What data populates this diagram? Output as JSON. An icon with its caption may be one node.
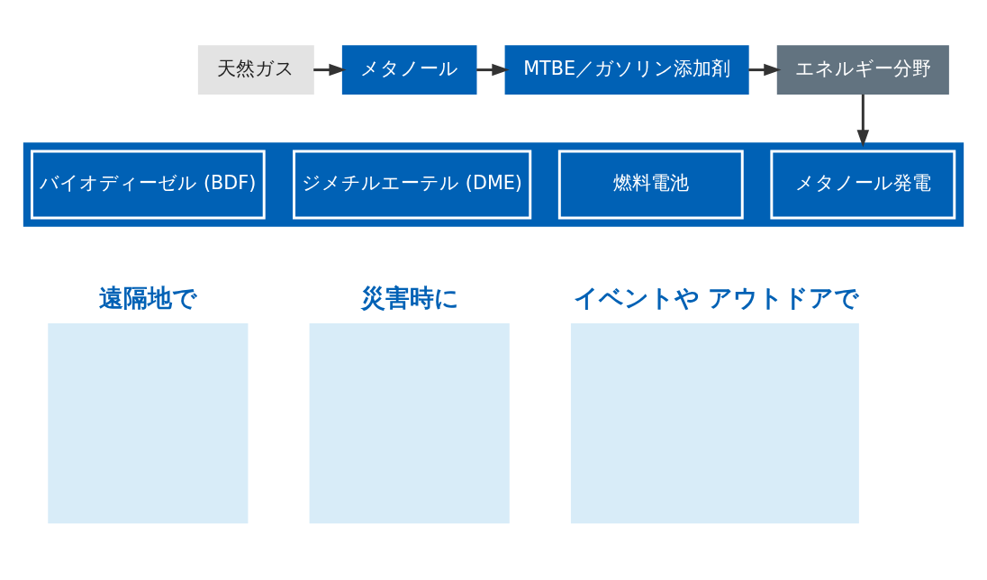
{
  "diagram": {
    "nodes": [
      {
        "text": [
          "天然ガス"
        ]
      },
      {
        "text": [
          "メタノール"
        ]
      },
      {
        "text": [
          "MTBE／ガソリン添加剤"
        ]
      },
      {
        "text": [
          "エネルギー分野"
        ]
      },
      {
        "text": [],
        "shape": "bar"
      },
      {
        "text": [
          "バイオディーゼル (BDF)"
        ],
        "in": 4
      },
      {
        "text": [
          "ジメチルエーテル (DME)"
        ],
        "in": 4
      },
      {
        "text": [
          "燃料電池"
        ],
        "in": 4
      },
      {
        "text": [
          "メタノール発電"
        ],
        "in": 4
      },
      {
        "text": [
          "遠隔地で"
        ]
      },
      {
        "text": [
          "災害時に"
        ]
      },
      {
        "text": [
          "イベントや アウトドアで"
        ]
      }
    ],
    "edges": [
      {
        "from": 0,
        "to": 1,
        "arrow": "to"
      },
      {
        "from": 1,
        "to": 2,
        "arrow": "to"
      },
      {
        "from": 2,
        "to": 3,
        "arrow": "to"
      },
      {
        "from": 3,
        "to": 4,
        "arrow": "to"
      }
    ]
  }
}
